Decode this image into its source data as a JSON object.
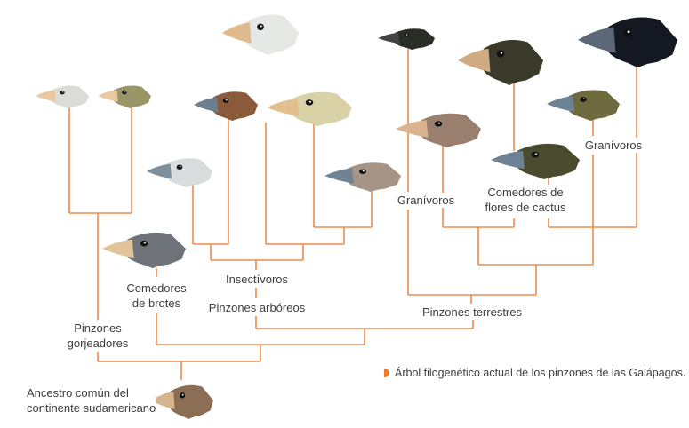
{
  "labels": {
    "gorjeadores": [
      "Pinzones",
      "gorjeadores"
    ],
    "brotes": [
      "Comedores",
      "de brotes"
    ],
    "insectivoros": "Insectívoros",
    "arboreos": "Pinzones arbóreos",
    "granivoros_1": "Granívoros",
    "cactus": [
      "Comedores de",
      "flores de cactus"
    ],
    "granivoros_2": "Granívoros",
    "terrestres": "Pinzones terrestres",
    "ancestro": [
      "Ancestro común del",
      "continente sudamericano"
    ]
  },
  "caption": "Árbol filogenético actual de los pinzones de las Galápagos.",
  "colors": {
    "branch": "#f08a4b",
    "bullet": "#f07a2a"
  }
}
